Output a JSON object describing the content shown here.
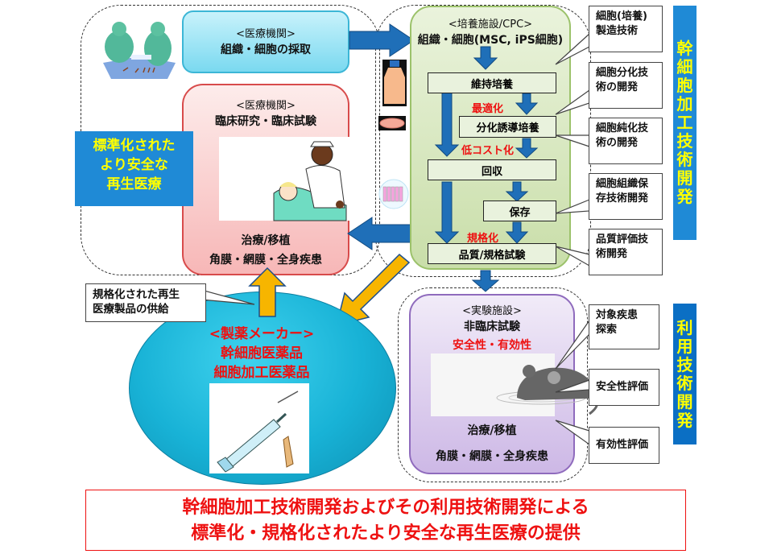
{
  "collection": {
    "label": "<医療機関>",
    "text": "組織・細胞の採取"
  },
  "clinical": {
    "label": "<医療機関>",
    "title": "臨床研究・臨床試験",
    "treat": "治療/移植",
    "targets": "角膜・網膜・全身疾患"
  },
  "left_label": {
    "lines": [
      "標準化された",
      "より安全な",
      "再生医療"
    ]
  },
  "culture": {
    "label": "<培養施設/CPC>",
    "title": "組織・細胞(MSC, iPS細胞)",
    "steps": {
      "maintain": "維持培養",
      "differentiate": "分化誘導培養",
      "harvest": "回収",
      "store": "保存",
      "qc": "品質/規格試験"
    },
    "annotations": {
      "optimize": "最適化",
      "low_cost": "低コスト化",
      "standardize": "規格化"
    }
  },
  "tech_callouts": [
    [
      "細胞(培養)",
      "製造技術"
    ],
    [
      "細胞分化技",
      "術の開発"
    ],
    [
      "細胞純化技",
      "術の開発"
    ],
    [
      "細胞組織保",
      "存技術開発"
    ],
    [
      "品質評価技",
      "術開発"
    ]
  ],
  "tech_bar": {
    "chars": [
      "幹",
      "細",
      "胞",
      "加",
      "工",
      "技",
      "術",
      "開",
      "発"
    ]
  },
  "use_callouts": [
    [
      "対象疾患",
      "探索"
    ],
    [
      "安全性評価"
    ],
    [
      "有効性評価"
    ]
  ],
  "use_bar": {
    "chars": [
      "利",
      "用",
      "技",
      "術",
      "開",
      "発"
    ]
  },
  "experiment": {
    "label": "<実験施設>",
    "title": "非臨床試験",
    "highlight": "安全性・有効性",
    "treat": "治療/移植",
    "targets": "角膜・網膜・全身疾患"
  },
  "supply_callout": [
    "規格化された再生",
    "医療製品の供給"
  ],
  "pharma": {
    "label": "<製薬メーカー>",
    "line1": "幹細胞医薬品",
    "line2": "細胞加工医薬品"
  },
  "banner": {
    "line1": "幹細胞加工技術開発およびその利用技術開発による",
    "line2": "標準化・規格化されたより安全な再生医療の提供"
  },
  "colors": {
    "arrow_blue": "#1f6fb8",
    "arrow_yellow": "#f7b500",
    "bar_blue_top": "#1f8ad6",
    "bar_blue_bottom": "#0b6fc4",
    "red_text": "#ee1111",
    "yellow_text": "#ffff00"
  }
}
